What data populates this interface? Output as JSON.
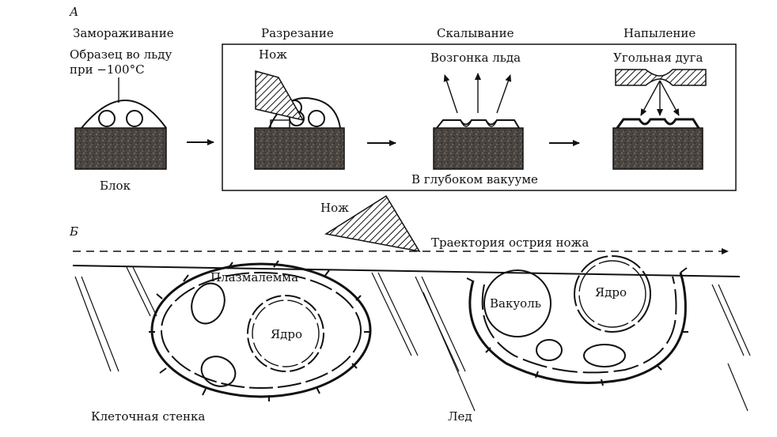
{
  "panel_a": {
    "letter": "А",
    "freezing_title": "Замораживание",
    "sample_line1": "Образец во льду",
    "sample_line2": "при −100°С",
    "block_label": "Блок",
    "cutting_title": "Разрезание",
    "knife_label": "Нож",
    "cleaving_title": "Скалывание",
    "sublimation_label": "Возгонка льда",
    "spraying_title": "Напыление",
    "carbon_arc_label": "Угольная дуга",
    "vacuum_label": "В глубоком вакууме"
  },
  "panel_b": {
    "letter": "Б",
    "knife_label": "Нож",
    "trajectory_label": "Траектория острия ножа",
    "plasmalemma_label": "Плазмалемма",
    "nucleus_left_label": "Ядро",
    "vacuole_label": "Вакуоль",
    "nucleus_right_label": "Ядро",
    "cell_wall_label": "Клеточная стенка",
    "ice_label": "Лед"
  },
  "colors": {
    "ink": "#111111",
    "paper": "#ffffff",
    "block_fill": "#4a4540"
  }
}
